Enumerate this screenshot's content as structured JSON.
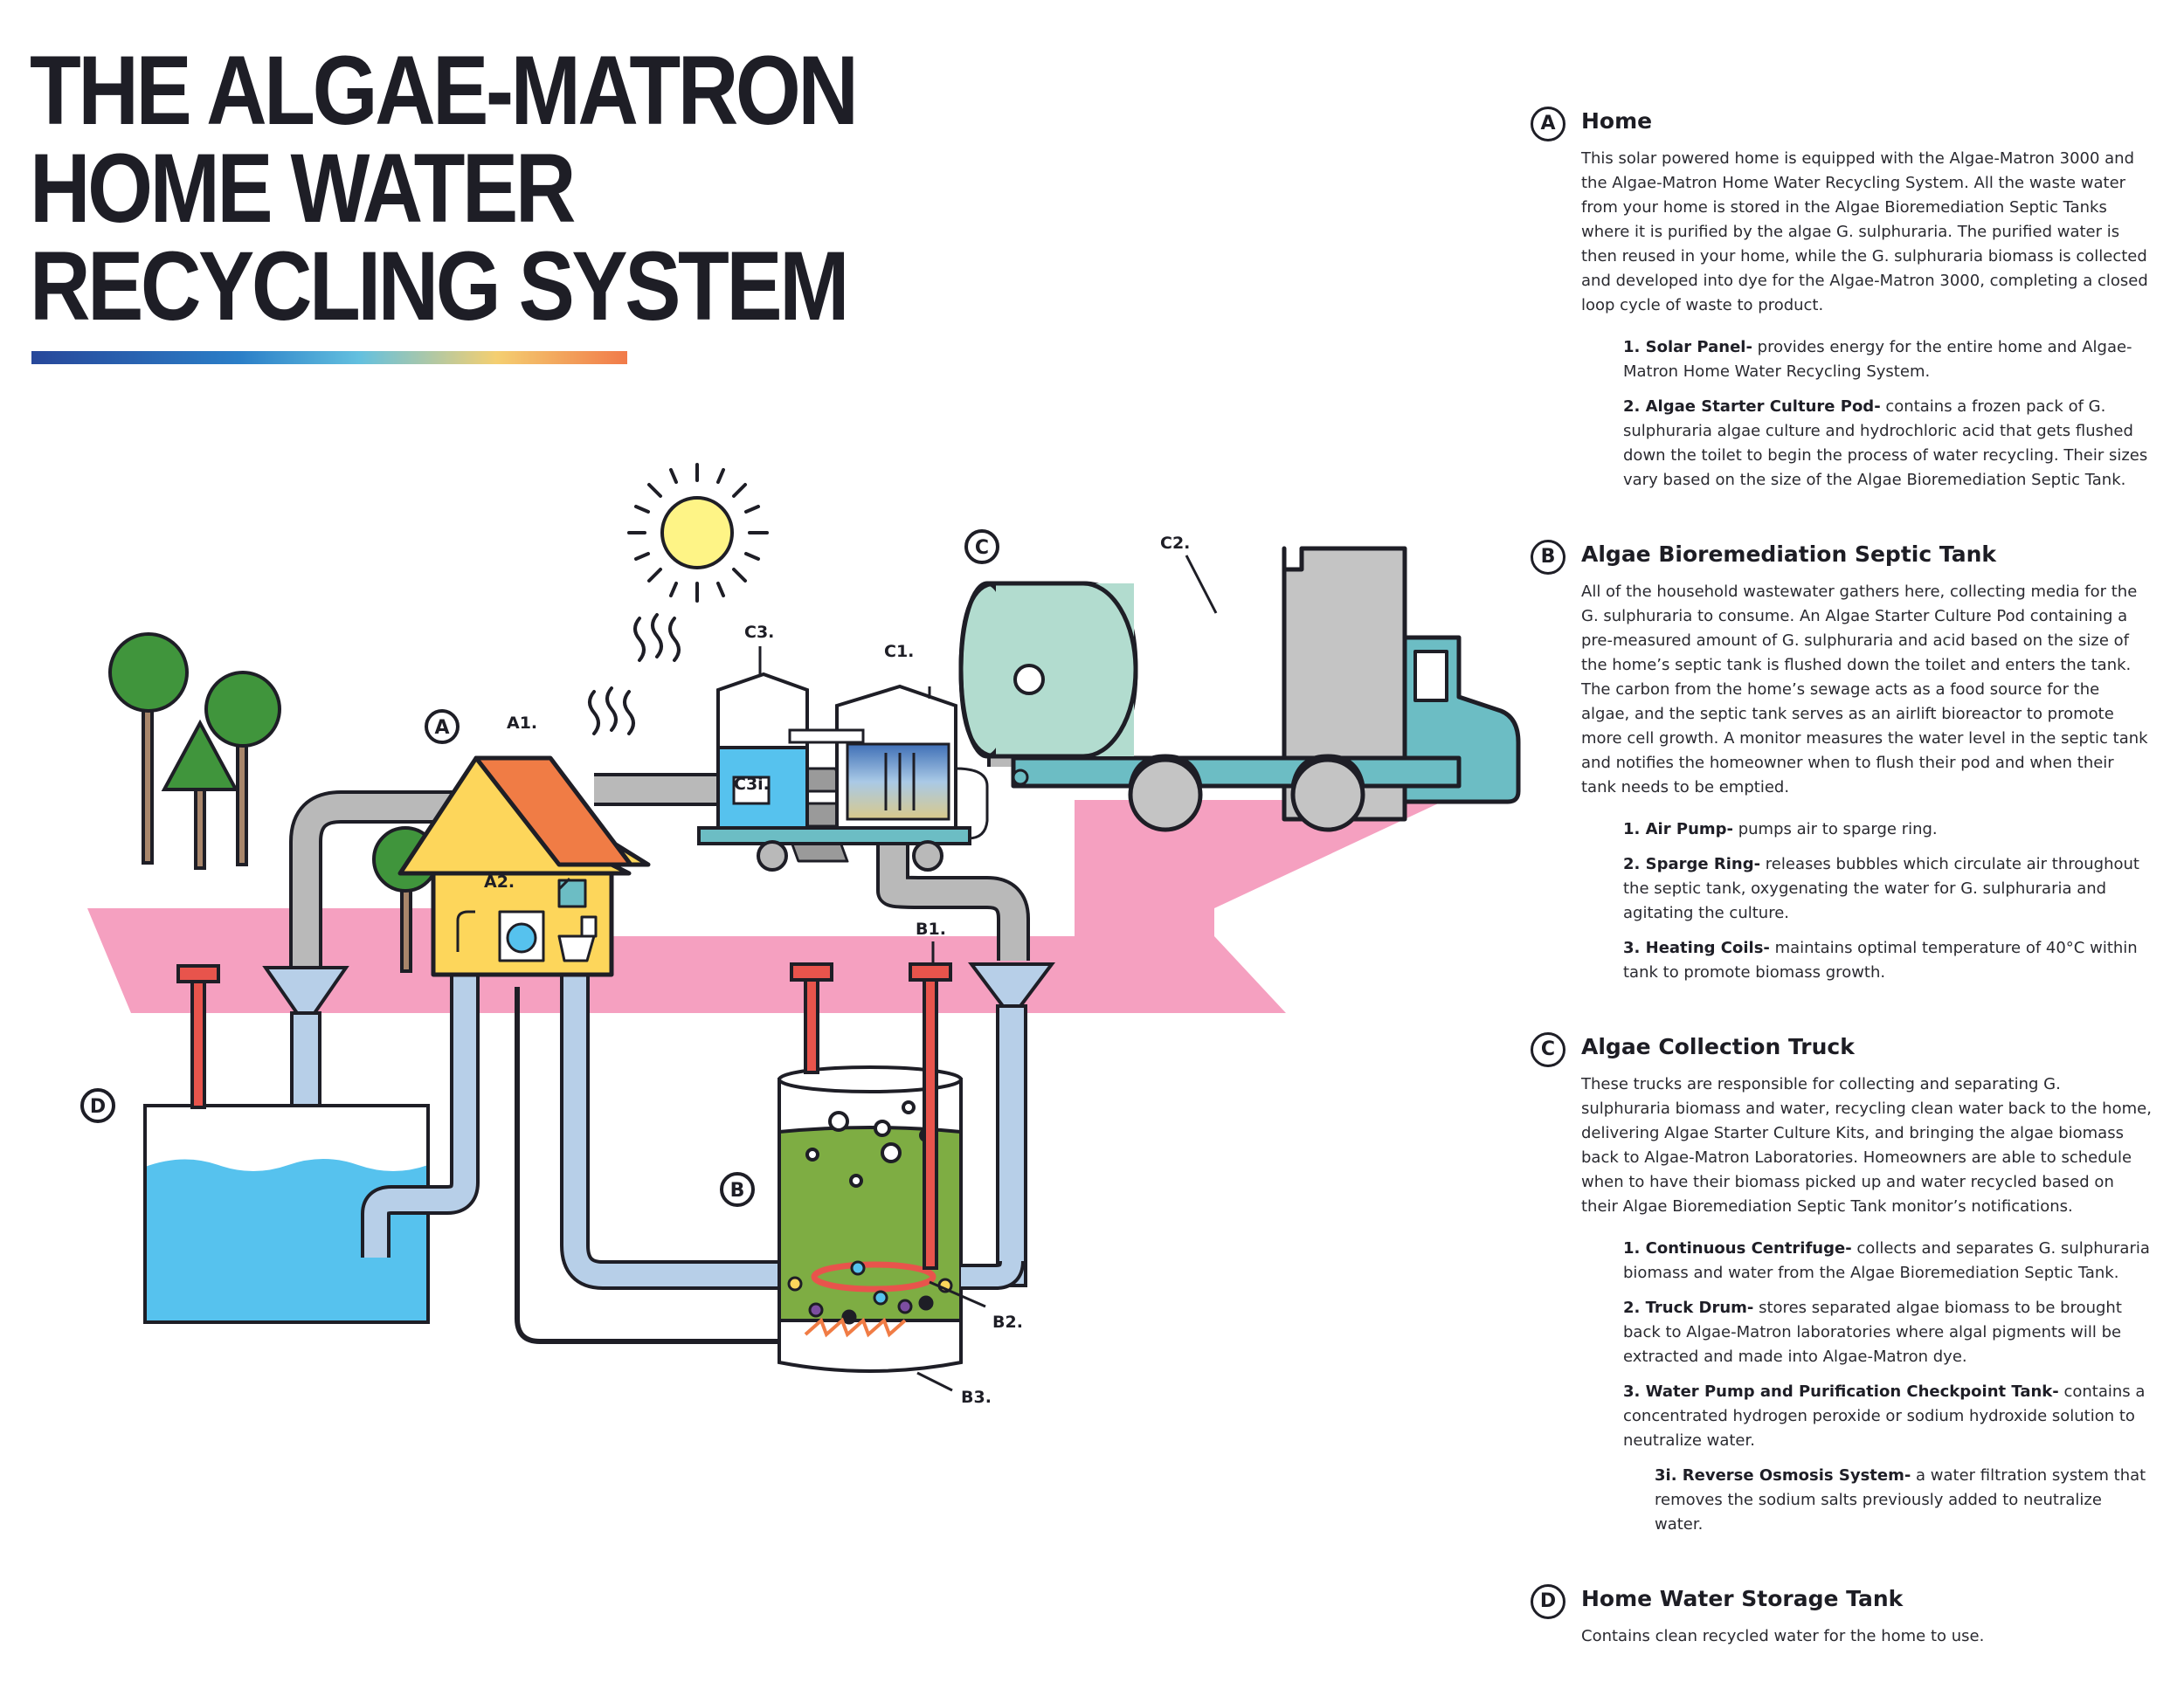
{
  "title": {
    "lines": [
      "THE ALGAE-MATRON",
      "HOME WATER",
      "RECYCLING SYSTEM"
    ]
  },
  "colors": {
    "pink_ground": "#f5a0c0",
    "water_blue": "#56c2ee",
    "algae_green": "#7ead43",
    "house_yellow": "#fdd65b",
    "roof_orange": "#f07c45",
    "pipe_gray": "#b9b9b9",
    "clean_pipe": "#b7cfe8",
    "heat_red": "#e8544c",
    "truck_mint": "#b2dccf",
    "truck_teal": "#6cbdc4",
    "sun_yellow": "#fef486",
    "tree_green": "#40953c"
  },
  "diagram_labels": {
    "a": "A",
    "b": "B",
    "c": "C",
    "d": "D",
    "a1": "A1.",
    "a2": "A2.",
    "b1": "B1.",
    "b2": "B2.",
    "b3": "B3.",
    "c1": "C1.",
    "c2": "C2.",
    "c3": "C3.",
    "c3i": "C3i."
  },
  "sections": {
    "a": {
      "badge": "A",
      "title": "Home",
      "body": "This solar powered home is equipped with the Algae-Matron 3000 and the Algae-Matron Home Water Recycling System. All the waste water from your home is stored in the Algae Bioremediation Septic Tanks where it is purified by the algae G. sulphuraria. The purified water is then reused in your home, while the G. sulphuraria biomass is collected and developed into dye for the Algae-Matron 3000, completing a closed loop cycle of waste to product.",
      "items": [
        {
          "term": "1. Solar Panel-",
          "desc": " provides energy for the entire home and Algae-Matron Home Water Recycling System."
        },
        {
          "term": "2. Algae Starter Culture Pod-",
          "desc": " contains a frozen pack of G. sulphuraria algae culture and hydrochloric acid that gets flushed down the toilet to begin the process of water recycling. Their sizes vary based on the size of the Algae Bioremediation Septic Tank."
        }
      ]
    },
    "b": {
      "badge": "B",
      "title": "Algae Bioremediation Septic Tank",
      "body": "All of the household wastewater gathers here, collecting media for the G. sulphuraria to consume. An Algae Starter Culture Pod containing a pre-measured amount of G. sulphuraria and acid based on the size of the home’s septic tank is flushed down the toilet and enters the tank. The carbon from the home’s sewage acts as a food source for the algae, and the septic tank serves as an airlift bioreactor to promote more cell growth. A monitor measures the water level in the septic tank and notifies the homeowner when to flush their pod and when their tank needs to be emptied.",
      "items": [
        {
          "term": "1. Air Pump-",
          "desc": " pumps air to sparge ring."
        },
        {
          "term": "2. Sparge Ring-",
          "desc": " releases bubbles which circulate air throughout the septic tank, oxygenating the water for G. sulphuraria and agitating the culture."
        },
        {
          "term": "3. Heating Coils-",
          "desc": " maintains optimal temperature of 40°C within tank to promote biomass growth."
        }
      ]
    },
    "c": {
      "badge": "C",
      "title": "Algae Collection Truck",
      "body": "These trucks are responsible for collecting and separating G. sulphuraria biomass and water, recycling clean water back to the home, delivering Algae Starter Culture Kits, and bringing the algae biomass back to Algae-Matron Laboratories. Homeowners are able to schedule when to have their biomass picked up and water recycled based on their Algae Bioremediation Septic Tank monitor’s notifications.",
      "items": [
        {
          "term": "1. Continuous Centrifuge-",
          "desc": " collects and separates G. sulphuraria biomass and water from the Algae Bioremediation Septic Tank."
        },
        {
          "term": "2. Truck Drum-",
          "desc": " stores separated algae biomass to be brought back to Algae-Matron laboratories where algal pigments will be extracted and made into Algae-Matron dye."
        },
        {
          "term": "3. Water Pump and Purification Checkpoint Tank-",
          "desc": " contains a concentrated hydrogen peroxide or sodium hydroxide solution to neutralize water."
        }
      ],
      "subitems": [
        {
          "term": "3i. Reverse Osmosis System-",
          "desc": " a water filtration system that removes the sodium salts previously added to neutralize water."
        }
      ]
    },
    "d": {
      "badge": "D",
      "title": "Home Water Storage Tank",
      "body": "Contains clean recycled water for the home to use."
    }
  }
}
